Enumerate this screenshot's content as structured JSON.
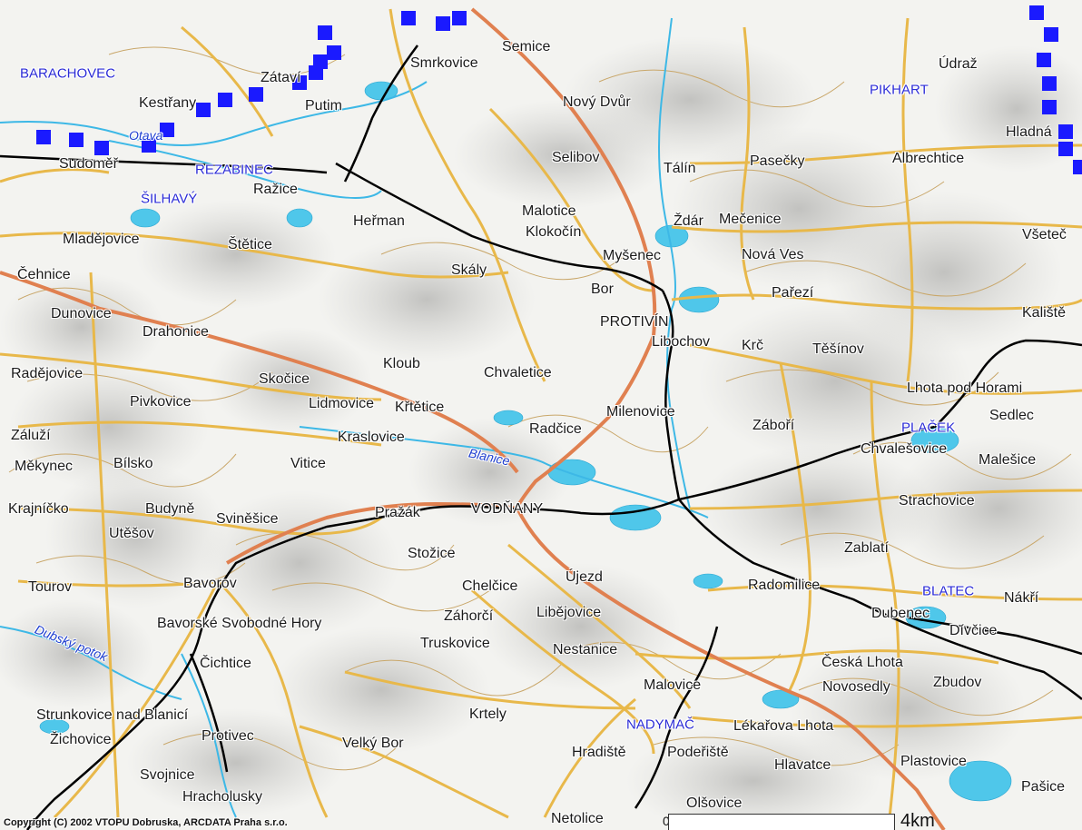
{
  "map": {
    "copyright": "Copyright (C) 2002 VTOPU Dobruska, ARCDATA Praha s.r.o.",
    "scale": {
      "zero": "0",
      "label": "4km"
    },
    "colors": {
      "road_major": "#e08050",
      "road": "#e8b84a",
      "water": "#4fc7ea",
      "rail": "#000000",
      "border": "#1a1aff",
      "contour": "#c9a76a"
    },
    "towns": [
      "Semice",
      "Smrkovice",
      "Nový Dvůr",
      "Údraž",
      "Zátaví",
      "Kestřany",
      "Putim",
      "Hladná",
      "Sudoměř",
      "Selibov",
      "Pasečky",
      "Albrechtice",
      "Tálín",
      "Ražice",
      "Heřman",
      "Malotice",
      "Klokočín",
      "Ždár",
      "Mečenice",
      "Mladějovice",
      "Štětice",
      "Myšenec",
      "Nová Ves",
      "Všeteč",
      "Čehnice",
      "Skály",
      "Bor",
      "Pařezí",
      "Dunovice",
      "PROTIVÍN",
      "Kaliště",
      "Drahonice",
      "Libochov",
      "Krč",
      "Těšínov",
      "Radějovice",
      "Skočice",
      "Kloub",
      "Chvaletice",
      "Lhota pod Horami",
      "Pivkovice",
      "Lidmovice",
      "Křtětice",
      "Milenovice",
      "Sedlec",
      "Záluží",
      "Kraslovice",
      "Radčice",
      "Záboří",
      "Chvalešovice",
      "Měkynec",
      "Bílsko",
      "Vitice",
      "Malešice",
      "Krajníčko",
      "Budyně",
      "Sviněšice",
      "Pražák",
      "VODŇANY",
      "Újezd",
      "Strachovice",
      "Utěšov",
      "Stožice",
      "Zablatí",
      "Tourov",
      "Bavorov",
      "Chelčice",
      "Radomilice",
      "Dubenec",
      "Nákří",
      "Bavorské Svobodné Hory",
      "Záhorčí",
      "Libějovice",
      "Dívčice",
      "Truskovice",
      "Nestanice",
      "Čichtice",
      "Česká Lhota",
      "Malovice",
      "Novosedly",
      "Zbudov",
      "Strunkovice nad Blanicí",
      "Krtely",
      "Lékařova Lhota",
      "Žichovice",
      "Protivec",
      "Velký Bor",
      "Hradiště",
      "Podeřiště",
      "Hlavatce",
      "Plastovice",
      "Svojnice",
      "Pašice",
      "Hracholusky",
      "Olšovice",
      "Netolice"
    ],
    "regions": [
      "BARACHOVEC",
      "PIKHART",
      "REZABINEC",
      "ŠILHAVÝ",
      "PLAČEK",
      "BLATEC",
      "NADYMAČ"
    ],
    "water_names": [
      "Otava",
      "Blanice",
      "Dubský potok"
    ]
  }
}
